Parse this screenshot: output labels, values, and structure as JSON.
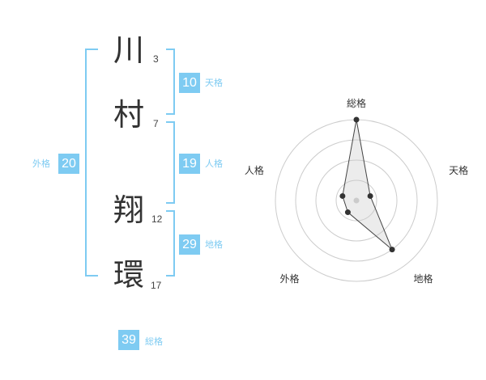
{
  "colors": {
    "accent": "#7ecbf2",
    "bracket": "#7ecbf2",
    "text": "#333333"
  },
  "name": {
    "chars": [
      {
        "char": "川",
        "strokes": "3"
      },
      {
        "char": "村",
        "strokes": "7"
      },
      {
        "char": "翔",
        "strokes": "12"
      },
      {
        "char": "環",
        "strokes": "17"
      }
    ]
  },
  "fortune": {
    "tenkaku": {
      "value": "10",
      "label": "天格"
    },
    "jinkaku": {
      "value": "19",
      "label": "人格"
    },
    "chikaku": {
      "value": "29",
      "label": "地格"
    },
    "gaikaku": {
      "value": "20",
      "label": "外格"
    },
    "soukaku": {
      "value": "39",
      "label": "総格"
    }
  },
  "chart_data": {
    "type": "radar",
    "axes": [
      "総格",
      "天格",
      "地格",
      "外格",
      "人格"
    ],
    "values": [
      5,
      1,
      4,
      1,
      1
    ],
    "max": 5
  }
}
